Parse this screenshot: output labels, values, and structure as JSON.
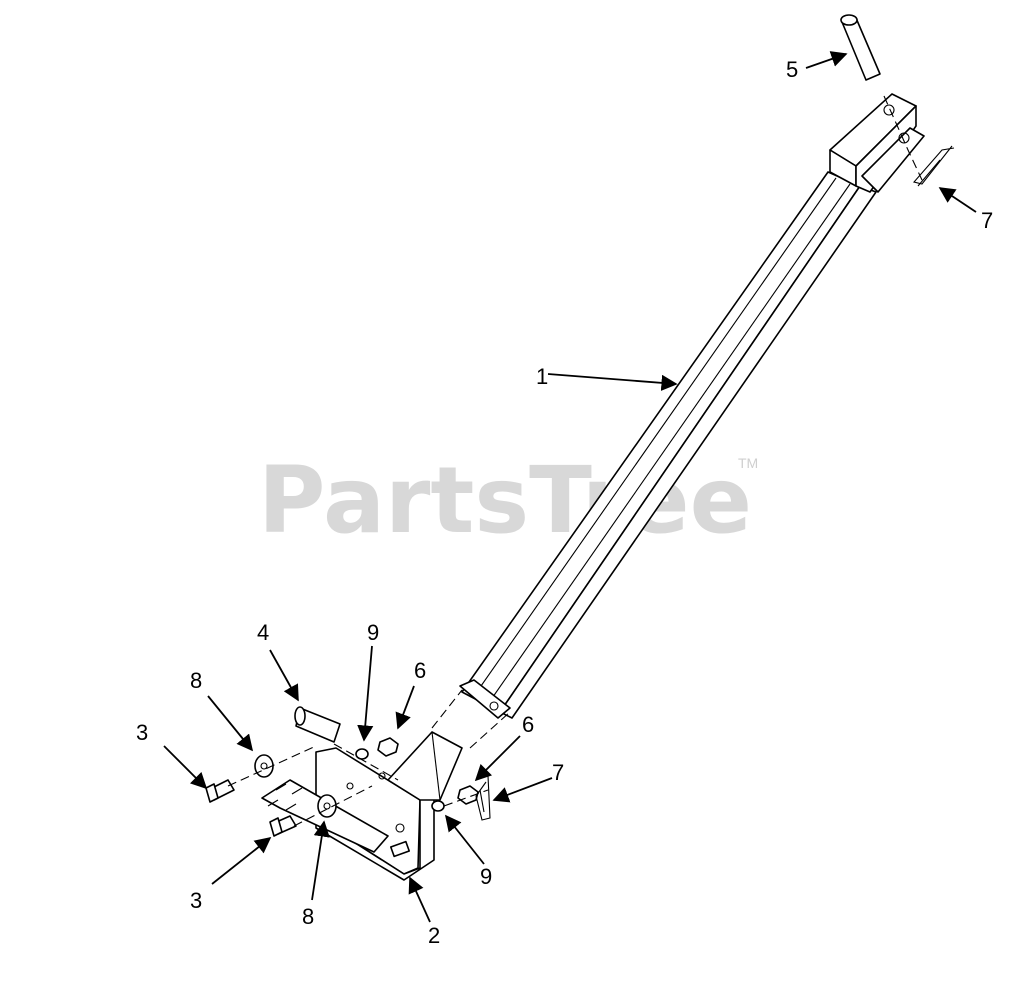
{
  "watermark": {
    "text": "PartsTree",
    "tm": "TM"
  },
  "callouts": {
    "c1": "1",
    "c2": "2",
    "c3a": "3",
    "c3b": "3",
    "c4": "4",
    "c5": "5",
    "c6a": "6",
    "c6b": "6",
    "c7a": "7",
    "c7b": "7",
    "c8a": "8",
    "c8b": "8",
    "c9a": "9",
    "c9b": "9"
  }
}
